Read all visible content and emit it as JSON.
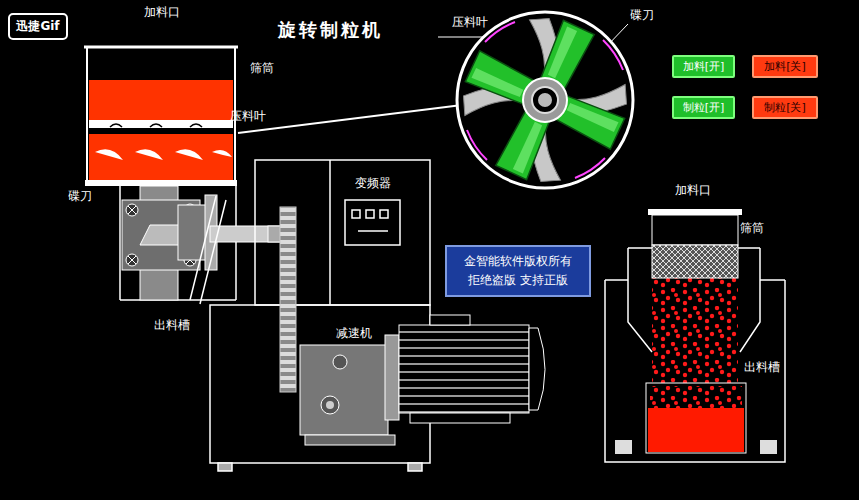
{
  "diagram": {
    "title": "旋转制粒机",
    "nodes": [
      {
        "text": [
          "迅捷Gif"
        ]
      },
      {
        "text": [
          "加料[开]"
        ]
      },
      {
        "text": [
          "加料[关]"
        ]
      },
      {
        "text": [
          "制粒[开]"
        ]
      },
      {
        "text": [
          "制粒[关]"
        ]
      },
      {
        "text": [
          "金智能软件版权所有",
          "拒绝盗版 支持正版"
        ]
      }
    ],
    "labels": [
      "加料口",
      "筛筒",
      "压料叶",
      "碟刀",
      "变频器",
      "出料槽",
      "减速机",
      "压料叶",
      "碟刀",
      "加料口",
      "筛筒",
      "出料槽"
    ]
  }
}
